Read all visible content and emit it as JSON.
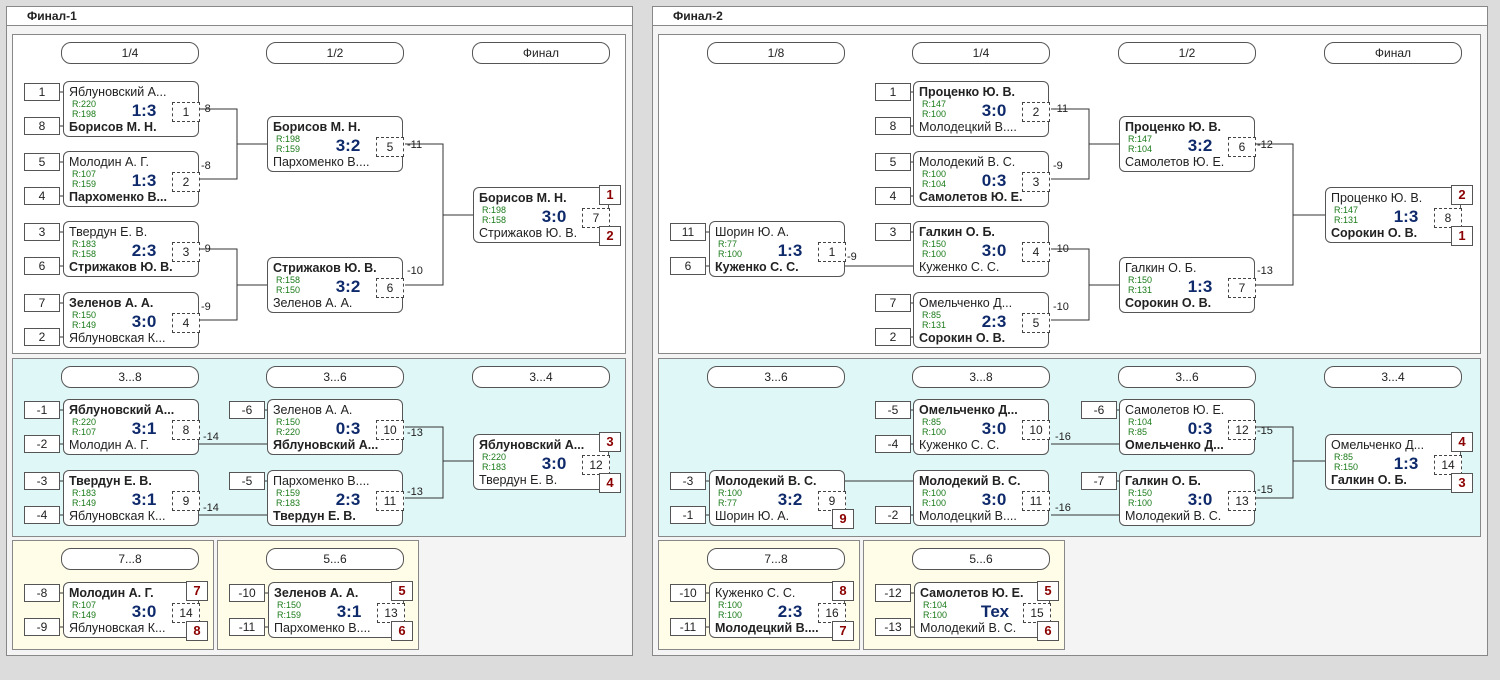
{
  "f1": {
    "title": "Финал-1",
    "main": {
      "r14": "1/4",
      "r12": "1/2",
      "rf": "Финал",
      "s1": "1",
      "s8": "8",
      "s5": "5",
      "s4": "4",
      "s3": "3",
      "s6": "6",
      "s7": "7",
      "s2": "2",
      "m1": {
        "p1": "Яблуновский А...",
        "p2": "Борисов М. Н.",
        "r1": "R:220",
        "r2": "R:198",
        "score": "1:3",
        "num": "1",
        "out": "-8"
      },
      "m2": {
        "p1": "Молодин А. Г.",
        "p2": "Пархоменко В...",
        "r1": "R:107",
        "r2": "R:159",
        "score": "1:3",
        "num": "2",
        "out": "-8"
      },
      "m3": {
        "p1": "Твердун Е. В.",
        "p2": "Стрижаков Ю. В.",
        "r1": "R:183",
        "r2": "R:158",
        "score": "2:3",
        "num": "3",
        "out": "-9"
      },
      "m4": {
        "p1": "Зеленов А. А.",
        "p2": "Яблуновская К...",
        "r1": "R:150",
        "r2": "R:149",
        "score": "3:0",
        "num": "4",
        "out": "-9"
      },
      "m5": {
        "p1": "Борисов М. Н.",
        "p2": "Пархоменко В....",
        "r1": "R:198",
        "r2": "R:159",
        "score": "3:2",
        "num": "5",
        "out": "-11"
      },
      "m6": {
        "p1": "Стрижаков Ю. В.",
        "p2": "Зеленов А. А.",
        "r1": "R:158",
        "r2": "R:150",
        "score": "3:2",
        "num": "6",
        "out": "-10"
      },
      "m7": {
        "p1": "Борисов М. Н.",
        "p2": "Стрижаков Ю. В.",
        "r1": "R:198",
        "r2": "R:158",
        "score": "3:0",
        "num": "7",
        "pl1": "1",
        "pl2": "2"
      }
    },
    "cons": {
      "ra": "3...8",
      "rb": "3...6",
      "rc": "3...4",
      "sa1": "-1",
      "sa2": "-2",
      "sa3": "-3",
      "sa4": "-4",
      "sb1": "-6",
      "sb2": "-5",
      "m8": {
        "p1": "Яблуновский А...",
        "p2": "Молодин А. Г.",
        "r1": "R:220",
        "r2": "R:107",
        "score": "3:1",
        "num": "8",
        "out": "-14"
      },
      "m9": {
        "p1": "Твердун Е. В.",
        "p2": "Яблуновская К...",
        "r1": "R:183",
        "r2": "R:149",
        "score": "3:1",
        "num": "9",
        "out": "-14"
      },
      "m10": {
        "p1": "Зеленов А. А.",
        "p2": "Яблуновский А...",
        "r1": "R:150",
        "r2": "R:220",
        "score": "0:3",
        "num": "10",
        "out": "-13"
      },
      "m11": {
        "p1": "Пархоменко В....",
        "p2": "Твердун Е. В.",
        "r1": "R:159",
        "r2": "R:183",
        "score": "2:3",
        "num": "11",
        "out": "-13"
      },
      "m12": {
        "p1": "Яблуновский А...",
        "p2": "Твердун Е. В.",
        "r1": "R:220",
        "r2": "R:183",
        "score": "3:0",
        "num": "12",
        "pl1": "3",
        "pl2": "4"
      }
    },
    "p78": {
      "head": "7...8",
      "s1": "-8",
      "s2": "-9",
      "m": {
        "p1": "Молодин А. Г.",
        "p2": "Яблуновская К...",
        "r1": "R:107",
        "r2": "R:149",
        "score": "3:0",
        "num": "14",
        "pl1": "7",
        "pl2": "8"
      }
    },
    "p56": {
      "head": "5...6",
      "s1": "-10",
      "s2": "-11",
      "m": {
        "p1": "Зеленов А. А.",
        "p2": "Пархоменко В....",
        "r1": "R:150",
        "r2": "R:159",
        "score": "3:1",
        "num": "13",
        "pl1": "5",
        "pl2": "6"
      }
    }
  },
  "f2": {
    "title": "Финал-2",
    "main": {
      "r18": "1/8",
      "r14": "1/4",
      "r12": "1/2",
      "rf": "Финал",
      "s11": "11",
      "s6": "6",
      "s1": "1",
      "s8": "8",
      "s5": "5",
      "s4": "4",
      "s3": "3",
      "s7": "7",
      "s2": "2",
      "m1": {
        "p1": "Шорин Ю. А.",
        "p2": "Куженко С. С.",
        "r1": "R:77",
        "r2": "R:100",
        "score": "1:3",
        "num": "1",
        "out": "-9"
      },
      "m2": {
        "p1": "Проценко Ю. В.",
        "p2": "Молодецкий В....",
        "r1": "R:147",
        "r2": "R:100",
        "score": "3:0",
        "num": "2",
        "out": "-11"
      },
      "m3": {
        "p1": "Молодекий В. С.",
        "p2": "Самолетов Ю. Е.",
        "r1": "R:100",
        "r2": "R:104",
        "score": "0:3",
        "num": "3",
        "out": "-9"
      },
      "m4": {
        "p1": "Галкин О. Б.",
        "p2": "Куженко С. С.",
        "r1": "R:150",
        "r2": "R:100",
        "score": "3:0",
        "num": "4",
        "out": "-10"
      },
      "m5": {
        "p1": "Омельченко Д...",
        "p2": "Сорокин О. В.",
        "r1": "R:85",
        "r2": "R:131",
        "score": "2:3",
        "num": "5",
        "out": "-10"
      },
      "m6": {
        "p1": "Проценко Ю. В.",
        "p2": "Самолетов Ю. Е.",
        "r1": "R:147",
        "r2": "R:104",
        "score": "3:2",
        "num": "6",
        "out": "-12"
      },
      "m7": {
        "p1": "Галкин О. Б.",
        "p2": "Сорокин О. В.",
        "r1": "R:150",
        "r2": "R:131",
        "score": "1:3",
        "num": "7",
        "out": "-13"
      },
      "m8": {
        "p1": "Проценко Ю. В.",
        "p2": "Сорокин О. В.",
        "r1": "R:147",
        "r2": "R:131",
        "score": "1:3",
        "num": "8",
        "pl1": "2",
        "pl2": "1"
      }
    },
    "cons": {
      "ra": "3...6",
      "rb": "3...8",
      "rc": "3...6",
      "rd": "3...4",
      "sa1": "-3",
      "sa2": "-1",
      "sb1": "-5",
      "sb2": "-4",
      "sb3": "-2",
      "sc1": "-6",
      "sc2": "-7",
      "m9": {
        "p1": "Молодекий В. С.",
        "p2": "Шорин Ю. А.",
        "r1": "R:100",
        "r2": "R:77",
        "score": "3:2",
        "num": "9",
        "pl2": "9"
      },
      "m10": {
        "p1": "Омельченко Д...",
        "p2": "Куженко С. С.",
        "r1": "R:85",
        "r2": "R:100",
        "score": "3:0",
        "num": "10",
        "out": "-16"
      },
      "m11": {
        "p1": "Молодекий В. С.",
        "p2": "Молодецкий В....",
        "r1": "R:100",
        "r2": "R:100",
        "score": "3:0",
        "num": "11",
        "out": "-16"
      },
      "m12": {
        "p1": "Самолетов Ю. Е.",
        "p2": "Омельченко Д...",
        "r1": "R:104",
        "r2": "R:85",
        "score": "0:3",
        "num": "12",
        "out": "-15"
      },
      "m13": {
        "p1": "Галкин О. Б.",
        "p2": "Молодекий В. С.",
        "r1": "R:150",
        "r2": "R:100",
        "score": "3:0",
        "num": "13",
        "out": "-15"
      },
      "m14": {
        "p1": "Омельченко Д...",
        "p2": "Галкин О. Б.",
        "r1": "R:85",
        "r2": "R:150",
        "score": "1:3",
        "num": "14",
        "pl1": "4",
        "pl2": "3"
      }
    },
    "p78": {
      "head": "7...8",
      "s1": "-10",
      "s2": "-11",
      "m": {
        "p1": "Куженко С. С.",
        "p2": "Молодецкий В....",
        "r1": "R:100",
        "r2": "R:100",
        "score": "2:3",
        "num": "16",
        "pl1": "8",
        "pl2": "7"
      }
    },
    "p56": {
      "head": "5...6",
      "s1": "-12",
      "s2": "-13",
      "m": {
        "p1": "Самолетов Ю. Е.",
        "p2": "Молодекий В. С.",
        "r1": "R:104",
        "r2": "R:100",
        "score": "Тех",
        "num": "15",
        "pl1": "5",
        "pl2": "6"
      }
    }
  }
}
